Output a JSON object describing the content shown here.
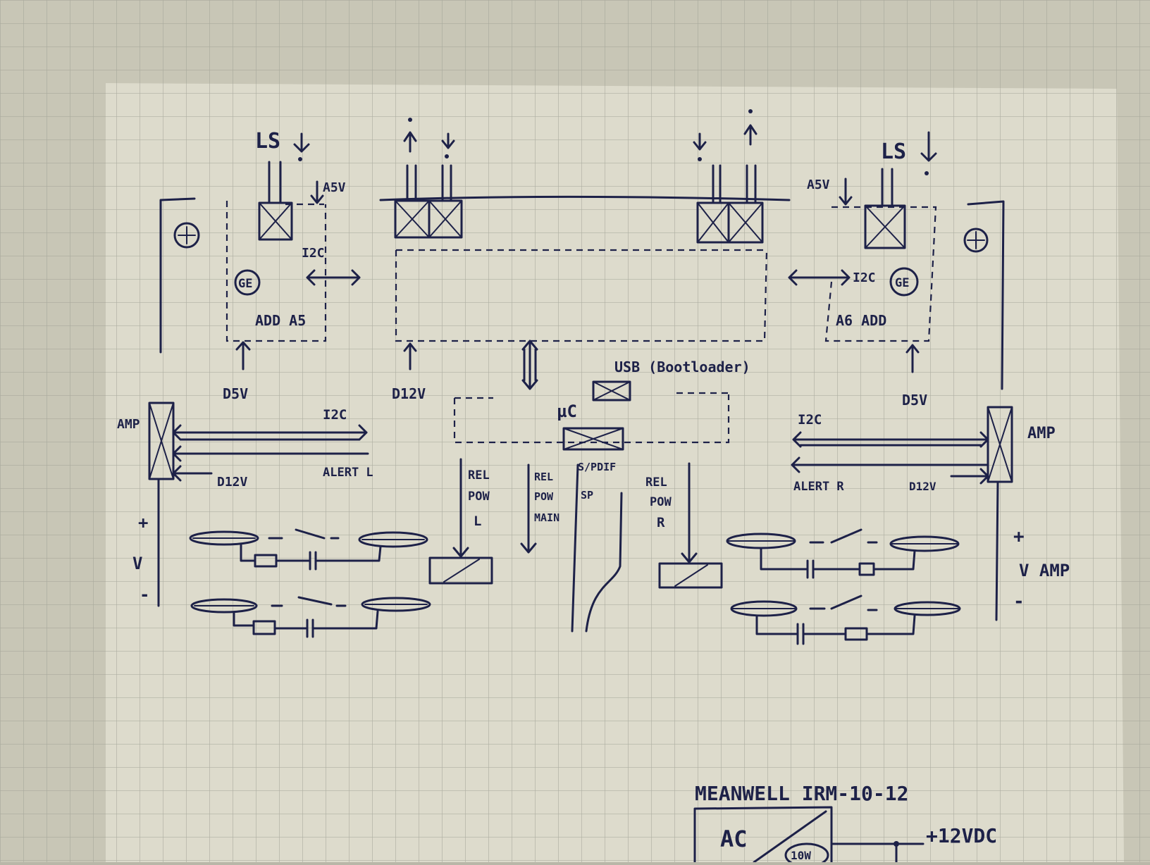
{
  "labels": {
    "ls_left": "LS",
    "ls_right": "LS",
    "a5v_left": "A5V",
    "a5v_right": "A5V",
    "i2c_top_left": "I2C",
    "i2c_top_right": "I2C",
    "ge_left": "GE",
    "ge_right": "GE",
    "add_a5": "ADD A5",
    "a6_add": "A6 ADD",
    "d5v_left": "D5V",
    "d5v_right": "D5V",
    "d12v_center": "D12V",
    "usb_bootloader": "USB (Bootloader)",
    "uc": "µC",
    "amp_left": "AMP",
    "amp_right": "AMP",
    "i2c_mid_left": "I2C",
    "i2c_mid_right": "I2C",
    "d12v_left": "D12V",
    "d12v_right": "D12V",
    "alert_l": "ALERT L",
    "alert_r": "ALERT R",
    "rel_pow_l": [
      "REL",
      "POW",
      "L"
    ],
    "rel_pow_main": [
      "REL",
      "POW",
      "MAIN"
    ],
    "rel_pow_r": [
      "REL",
      "POW",
      "R"
    ],
    "spdif": [
      "S/PDIF",
      "SP"
    ],
    "v_left": [
      "+",
      "V",
      "-"
    ],
    "v_amp_right": [
      "+",
      "V AMP",
      "-"
    ],
    "psu_title": "MEANWELL IRM-10-12",
    "psu_ac": "AC",
    "psu_watts": "10W",
    "psu_out": "+12VDC"
  },
  "colors": {
    "paper": "#d9d7c8",
    "grid": "#a9aa9d",
    "ink": "#1d2148"
  }
}
